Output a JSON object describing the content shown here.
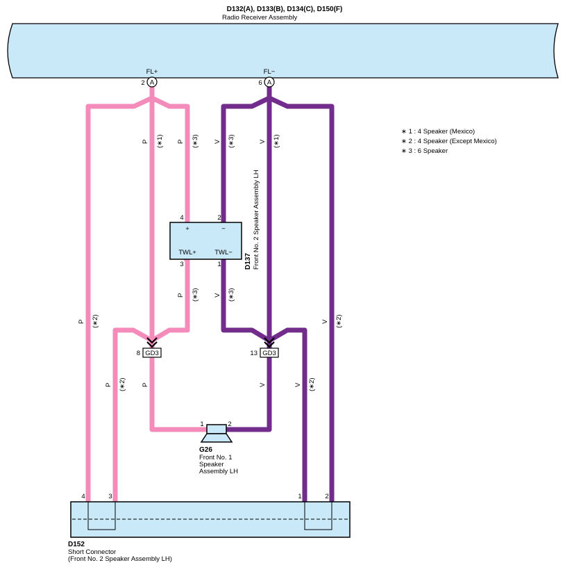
{
  "radio": {
    "ids": "D132(A), D133(B), D134(C), D150(F)",
    "name": "Radio Receiver Assembly",
    "pin_left_label": "FL+",
    "pin_right_label": "FL−",
    "pin_left_num": "2",
    "pin_right_num": "6",
    "connector_letter": "A"
  },
  "notes": [
    "∗ 1 : 4 Speaker (Mexico)",
    "∗ 2 : 4 Speaker (Except Mexico)",
    "∗ 3 : 6 Speaker"
  ],
  "wires": {
    "p": "P",
    "v": "V",
    "n1": "(∗1)",
    "n2": "(∗2)",
    "n3": "(∗3)"
  },
  "tweeter": {
    "id": "D137",
    "name": "Front No. 2 Speaker Assembly LH",
    "pin_plus_num": "4",
    "pin_minus_num": "2",
    "pin_twl_plus_num": "3",
    "pin_twl_minus_num": "1",
    "plus": "+",
    "minus": "−",
    "twl_plus": "TWL+",
    "twl_minus": "TWL−"
  },
  "gd3": {
    "label": "GD3",
    "left_num": "8",
    "right_num": "13"
  },
  "speaker": {
    "id": "G26",
    "name_line1": "Front No.  1",
    "name_line2": "Speaker",
    "name_line3": "Assembly LH",
    "pin1": "1",
    "pin2": "2"
  },
  "short_connector": {
    "id": "D152",
    "name_line1": "Short Connector",
    "name_line2": "(Front No.  2 Speaker Assembly LH)",
    "pin4": "4",
    "pin3": "3",
    "pin1": "1",
    "pin2": "2"
  },
  "colors": {
    "pink": "#F38CBB",
    "purple": "#722D8C",
    "box_fill": "#C9E8F8"
  }
}
